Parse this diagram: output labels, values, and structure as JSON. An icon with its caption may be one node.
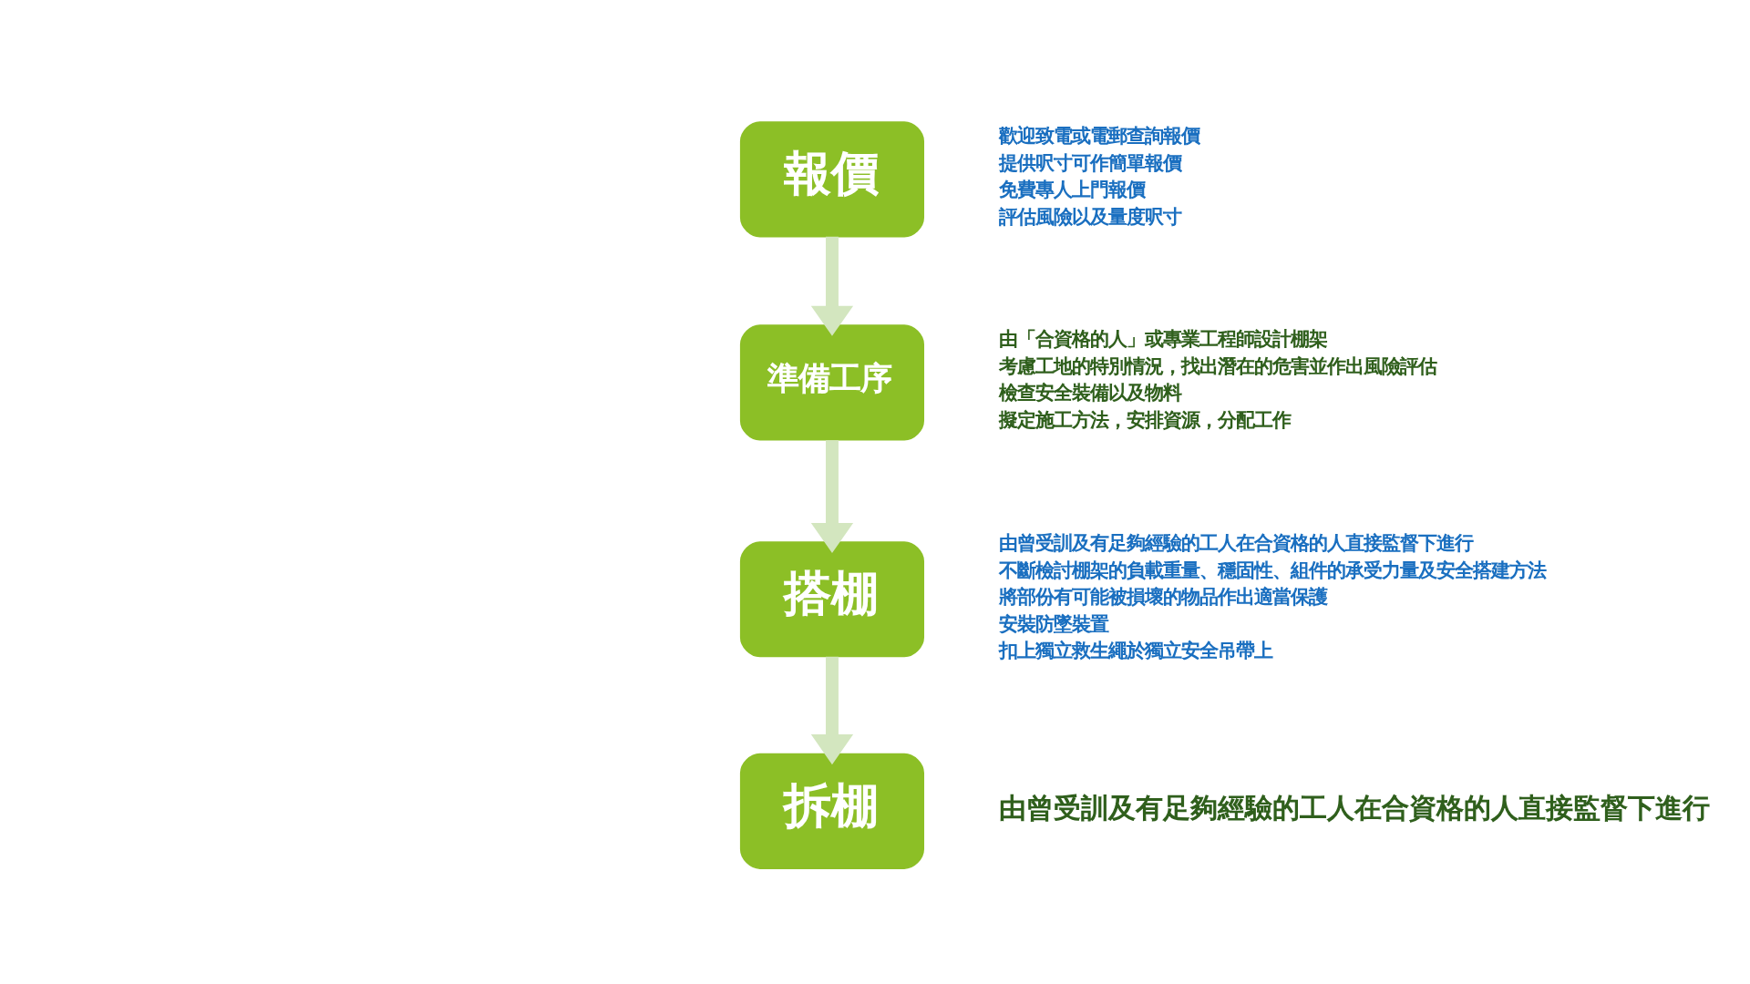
{
  "diagram": {
    "nodes": [
      {
        "text": [
          "報價"
        ],
        "beside": [
          "歡迎致電或電郵查詢報價",
          "提供呎寸可作簡單報價",
          "免費專人上門報價",
          "評估風險以及量度呎寸"
        ]
      },
      {
        "text": [
          "準備工序"
        ],
        "beside": [
          "由「合資格的人」或專業工程師設計棚架",
          "考慮工地的特別情況，找出潛在的危害並作出風險評估",
          "檢查安全裝備以及物料",
          "擬定施工方法，安排資源，分配工作"
        ]
      },
      {
        "text": [
          "搭棚"
        ],
        "beside": [
          "由曾受訓及有足夠經驗的工人在合資格的人直接監督下進行",
          "不斷檢討棚架的負載重量、穩固性、組件的承受力量及安全搭建方法",
          "將部份有可能被損壞的物品作出適當保護",
          "安裝防墜裝置",
          "扣上獨立救生繩於獨立安全吊帶上"
        ]
      },
      {
        "text": [
          "拆棚"
        ],
        "beside": [
          "由曾受訓及有足夠經驗的工人在合資格的人直接監督下進行"
        ]
      }
    ],
    "edges": [
      {
        "from": 0,
        "to": 1,
        "arrow": "to"
      },
      {
        "from": 1,
        "to": 2,
        "arrow": "to"
      },
      {
        "from": 2,
        "to": 3,
        "arrow": "to"
      }
    ]
  }
}
